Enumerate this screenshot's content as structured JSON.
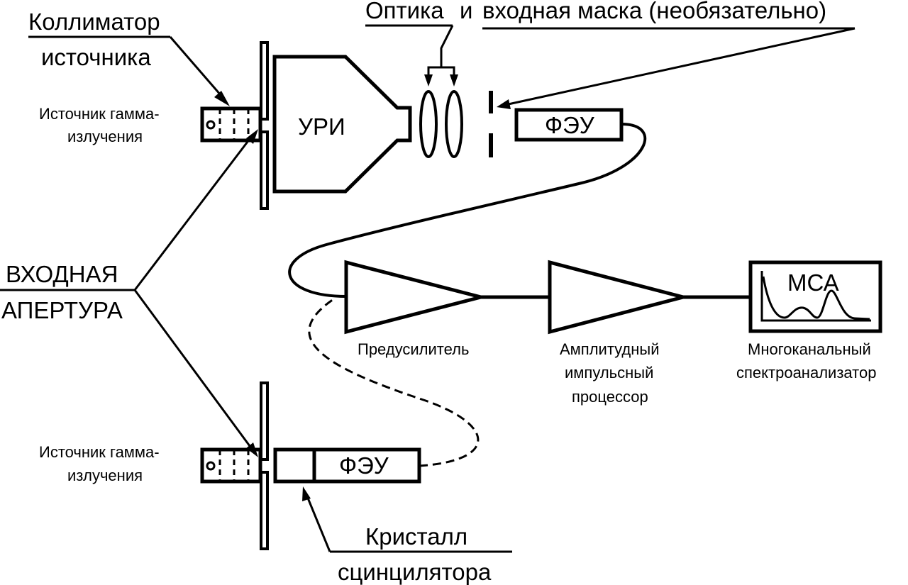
{
  "labels": {
    "collimator_line1": "Коллиматор",
    "collimator_line2": "источника",
    "optics": "Оптика",
    "and": "и",
    "input_mask": "входная маска (необязательно)",
    "gamma_source_top_line1": "Источник гамма-",
    "gamma_source_top_line2": "излучения",
    "uri": "УРИ",
    "pmt_top": "ФЭУ",
    "input_aperture_line1": "ВХОДНАЯ",
    "input_aperture_line2": "АПЕРТУРА",
    "preamp": "Предусилитель",
    "amp_processor_line1": "Амплитудный",
    "amp_processor_line2": "импульсный",
    "amp_processor_line3": "процессор",
    "mca": "МСА",
    "mca_caption_line1": "Многоканальный",
    "mca_caption_line2": "спектроанализатор",
    "gamma_source_bottom_line1": "Источник гамма-",
    "gamma_source_bottom_line2": "излучения",
    "pmt_bottom": "ФЭУ",
    "crystal_line1": "Кристалл",
    "crystal_line2": "сцинцилятора"
  },
  "colors": {
    "stroke": "#000000",
    "background": "#ffffff"
  }
}
